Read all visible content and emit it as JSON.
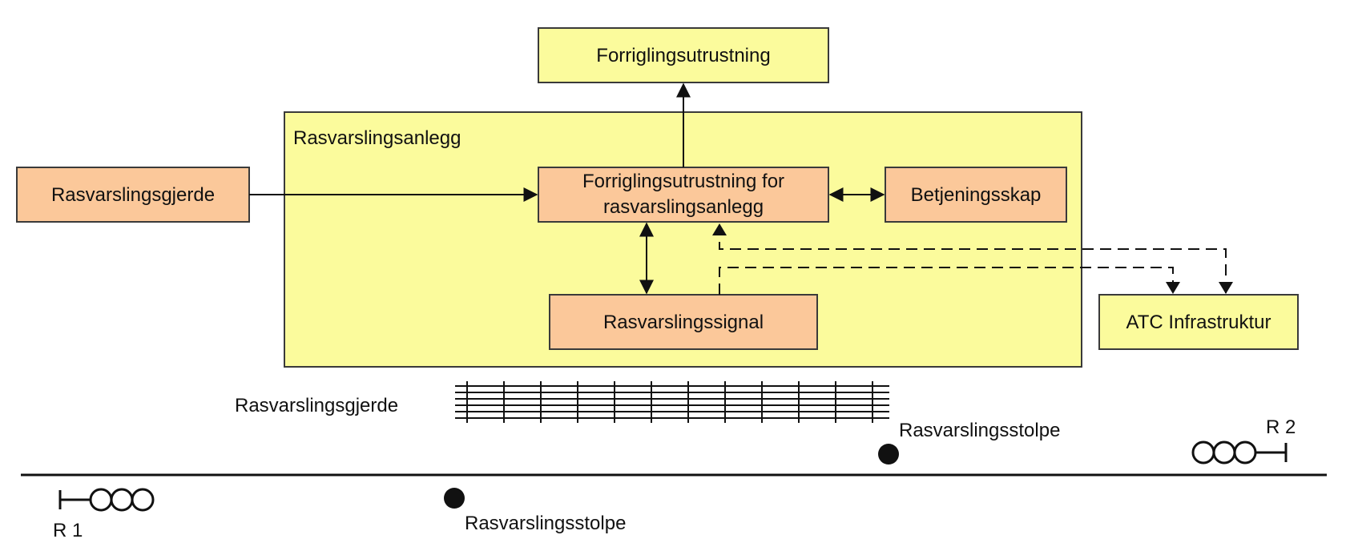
{
  "colors": {
    "yellow_fill": "#fbfb9c",
    "orange_fill": "#fbc89a",
    "border": "#3a3a3a",
    "line": "#111111"
  },
  "boxes": {
    "forrigling": "Forriglingsutrustning",
    "container": "Rasvarslingsanlegg",
    "gjerde_box": "Rasvarslingsgjerde",
    "forrigling_ras_line1": "Forriglingsutrustning for",
    "forrigling_ras_line2": "rasvarslingsanlegg",
    "betjening": "Betjeningsskap",
    "signal": "Rasvarslingssignal",
    "atc": "ATC Infrastruktur"
  },
  "track": {
    "fence_label": "Rasvarslingsgjerde",
    "post_label_right": "Rasvarslingsstolpe",
    "post_label_left": "Rasvarslingsstolpe",
    "signal_left_label": "R 1",
    "signal_right_label": "R 2"
  },
  "icons": [
    "signal-r1-icon",
    "signal-r2-icon",
    "fence-icon",
    "post-icon"
  ]
}
